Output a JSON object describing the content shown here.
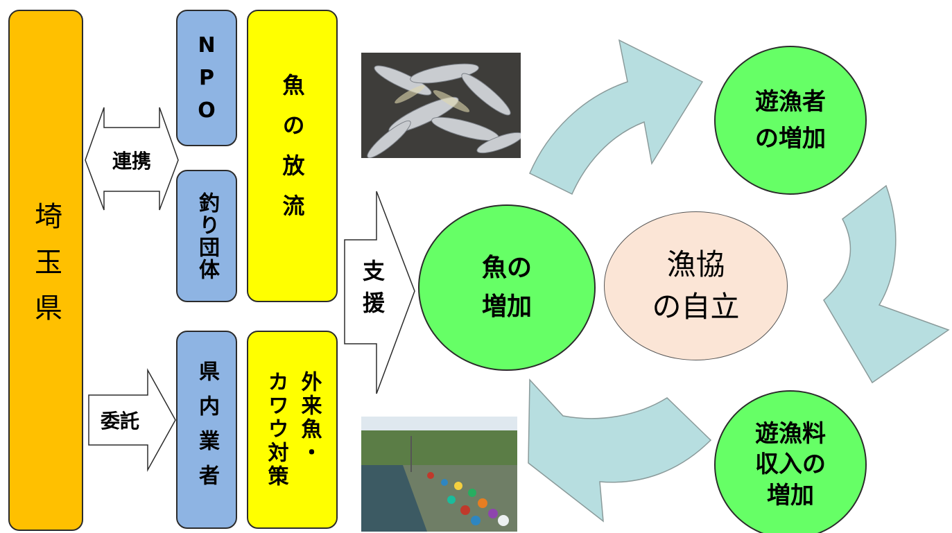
{
  "colors": {
    "prefecture": "#ffc000",
    "org": "#8eb4e3",
    "action": "#ffff00",
    "growth": "#66ff66",
    "center": "#fbe5d6",
    "cycle_arrow": "#b7dee0"
  },
  "prefecture": {
    "label": "埼玉県"
  },
  "partners": {
    "npo": "NPO",
    "fishing_groups": "釣り団体",
    "contractors": "県内業者"
  },
  "actions": {
    "release": "魚の放流",
    "invasive_line1": "外来魚・",
    "invasive_line2": "カワウ対策"
  },
  "arrows": {
    "cooperation": "連携",
    "commission": "委託",
    "support": "支援"
  },
  "cycle": {
    "fish_increase": "魚の\n増加",
    "anglers_increase": "遊漁者\nの増加",
    "revenue_increase": "遊漁料\n収入の\n増加",
    "center": "漁協\nの自立"
  },
  "photos": {
    "top_icon": "fish-photo",
    "bottom_icon": "anglers-photo"
  }
}
